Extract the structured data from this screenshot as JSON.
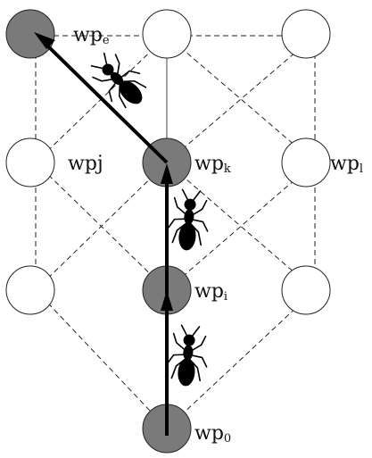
{
  "labels": {
    "wp_e": {
      "base": "wp",
      "sub": "e"
    },
    "wp_j": {
      "base": "wpj",
      "sub": ""
    },
    "wp_k": {
      "base": "wp",
      "sub": "k"
    },
    "wp_l": {
      "base": "wp",
      "sub": "l"
    },
    "wp_i": {
      "base": "wp",
      "sub": "i"
    },
    "wp_0": {
      "base": "wp",
      "sub": "0"
    }
  },
  "colors": {
    "visited": "#7a7a7a",
    "empty": "#ffffff",
    "path": "#000000"
  },
  "icons": [
    "ant-icon",
    "arrow-icon"
  ]
}
